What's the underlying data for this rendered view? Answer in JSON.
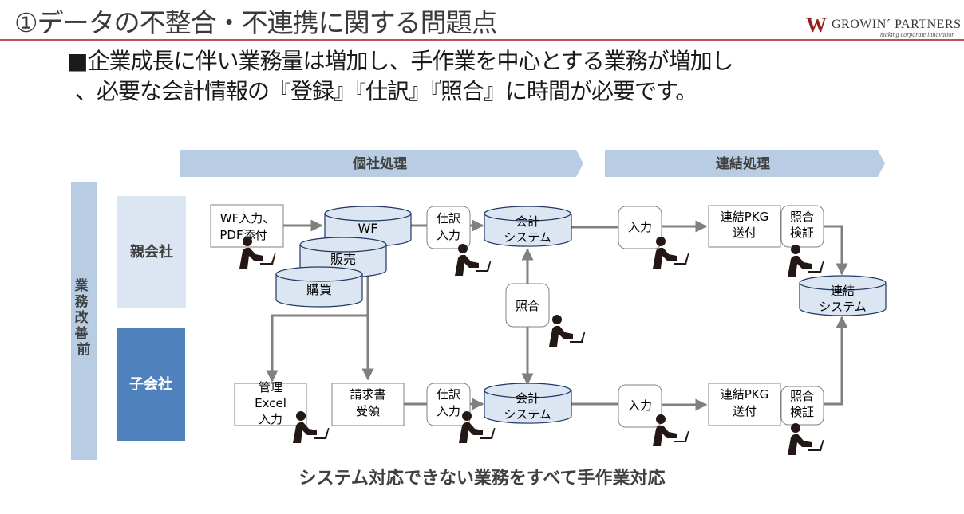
{
  "header": {
    "title": "①データの不整合・不連携に関する問題点",
    "logo": {
      "name": "GROWIN´ PARTNERS",
      "tagline": "making corporate innovation",
      "mark": "W"
    }
  },
  "lead": {
    "line1": "■企業成長に伴い業務量は増加し、手作業を中心とする業務が増加し",
    "line2": "、必要な会計情報の『登録』『仕訳』『照合』に時間が必要です。"
  },
  "phases": [
    {
      "label": "個社処理"
    },
    {
      "label": "連結処理"
    }
  ],
  "side_label": "業務改善前",
  "rows": [
    {
      "label": "親会社",
      "color": "#dce6f2"
    },
    {
      "label": "子会社",
      "color": "#4f81bd"
    }
  ],
  "parent": {
    "wf_input": [
      "WF入力、",
      "PDF添付"
    ],
    "db_wf": "WF",
    "db_sales": "販売",
    "db_purchase": "購買",
    "journal_entry": [
      "仕訳",
      "入力"
    ],
    "accounting_system": [
      "会計",
      "システム"
    ],
    "input": "入力",
    "pkg_send": [
      "連結PKG",
      "送付"
    ],
    "check_verify": [
      "照合",
      "検証"
    ]
  },
  "reconcile": "照合",
  "consolidation_system": [
    "連結",
    "システム"
  ],
  "child": {
    "mgmt_excel": [
      "管理",
      "Excel",
      "入力"
    ],
    "invoice_receipt": [
      "請求書",
      "受領"
    ],
    "journal_entry": [
      "仕訳",
      "入力"
    ],
    "accounting_system": [
      "会計",
      "システム"
    ],
    "input": "入力",
    "pkg_send": [
      "連結PKG",
      "送付"
    ],
    "check_verify": [
      "照合",
      "検証"
    ]
  },
  "footer": "システム対応できない業務をすべて手作業対応",
  "colors": {
    "accent_rule": "#c0504d",
    "phase_arrow": "#b8cce4",
    "db_fill": "#dce6f2",
    "db_stroke": "#1f3864",
    "connector": "#808080",
    "person": "#231815"
  }
}
